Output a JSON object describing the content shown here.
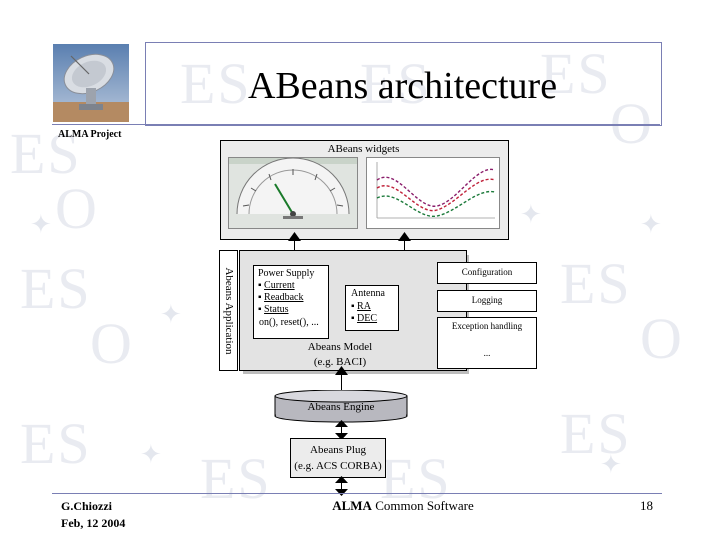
{
  "title": "ABeans architecture",
  "header": {
    "project_label": "ALMA Project"
  },
  "widgets": {
    "label": "ABeans widgets"
  },
  "application": {
    "vertical_label": "Abeans Application",
    "power_supply": {
      "title": "Power Supply",
      "items": [
        "Current",
        "Readback",
        "Status"
      ],
      "methods": "on(), reset(), ..."
    },
    "antenna": {
      "title": "Antenna",
      "items": [
        "RA",
        "DEC"
      ]
    },
    "model": {
      "line1": "Abeans Model",
      "line2": "(e.g. BACI)"
    }
  },
  "services": {
    "configuration": "Configuration",
    "logging": "Logging",
    "exception": "Exception handling",
    "more": "..."
  },
  "engine": {
    "label": "Abeans Engine"
  },
  "plug": {
    "line1": "Abeans Plug",
    "line2": "(e.g. ACS CORBA)"
  },
  "footer": {
    "author": "G.Chiozzi",
    "date": "Feb, 12 2004",
    "center_bold": "ALMA",
    "center_rest": " Common Software",
    "page_number": "18"
  },
  "colors": {
    "frame": "#7a7fb4",
    "watermark": "#e9ebf1",
    "engine_fill": "#b8b8bf",
    "box_fill": "#e3e3e3"
  }
}
